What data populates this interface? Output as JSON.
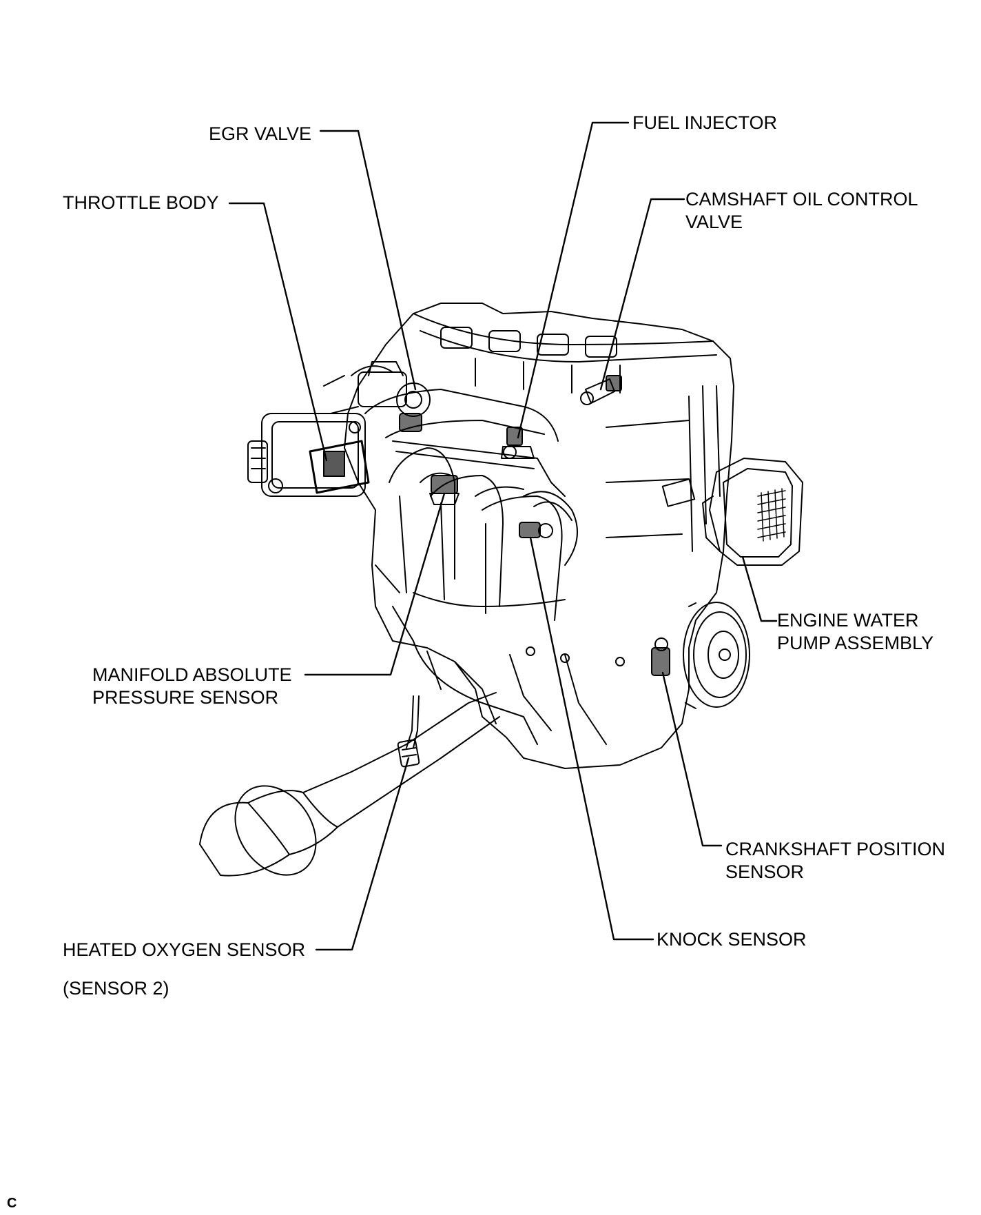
{
  "labels": {
    "egr_valve": "EGR VALVE",
    "fuel_injector": "FUEL INJECTOR",
    "throttle_body": "THROTTLE BODY",
    "camshaft_line1": "CAMSHAFT OIL CONTROL",
    "camshaft_line2": "VALVE",
    "water_pump_line1": "ENGINE WATER",
    "water_pump_line2": "PUMP ASSEMBLY",
    "map_line1": "MANIFOLD ABSOLUTE",
    "map_line2": "PRESSURE SENSOR",
    "crank_line1": "CRANKSHAFT POSITION",
    "crank_line2": "SENSOR",
    "knock_sensor": "KNOCK SENSOR",
    "heated_oxygen_sensor": "HEATED OXYGEN SENSOR",
    "sensor_2": "(SENSOR 2)"
  },
  "corner_mark": "C",
  "colors": {
    "ink": "#000000",
    "background": "#ffffff"
  }
}
